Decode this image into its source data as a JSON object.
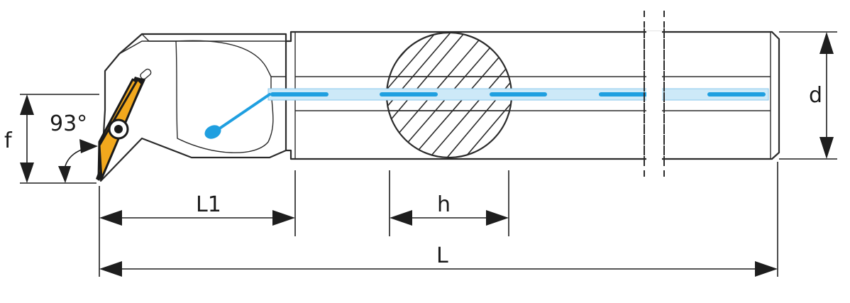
{
  "labels": {
    "angle": "93°",
    "f": "f",
    "d": "d",
    "l1": "L1",
    "h": "h",
    "l": "L"
  },
  "colors": {
    "outline": "#2b2b2b",
    "coolant": "#1f9fe0",
    "coolant_channel": "#cde9f8",
    "insert": "#f2a81d",
    "insert_edge": "#1a1a1a"
  },
  "icons": {
    "insert": "rhombic-insert-icon",
    "screw": "clamping-screw-icon"
  }
}
